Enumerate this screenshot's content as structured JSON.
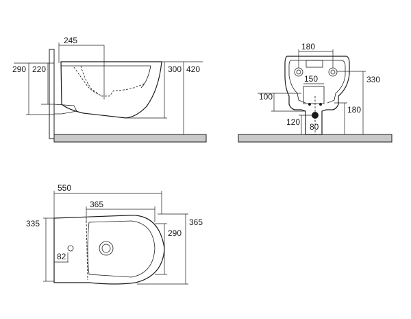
{
  "side_view": {
    "dim_245": "245",
    "dim_290": "290",
    "dim_220": "220",
    "dim_300": "300",
    "dim_420": "420"
  },
  "front_view": {
    "dim_180_top": "180",
    "dim_150": "150",
    "dim_100": "100",
    "dim_330": "330",
    "dim_180_right": "180",
    "dim_120": "120",
    "dim_80": "80"
  },
  "top_view": {
    "dim_550": "550",
    "dim_365_inner": "365",
    "dim_335": "335",
    "dim_365_right": "365",
    "dim_290": "290",
    "dim_82": "82"
  }
}
